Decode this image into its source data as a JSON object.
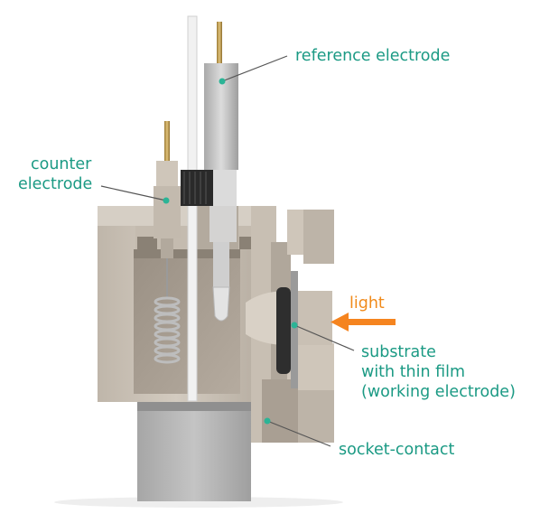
{
  "labels": {
    "reference_electrode": "reference electrode",
    "counter_electrode_line1": "counter",
    "counter_electrode_line2": "electrode",
    "light": "light",
    "substrate_line1": "substrate",
    "substrate_line2": "with thin film",
    "substrate_line3": "(working electrode)",
    "socket_contact": "socket-contact"
  },
  "colors": {
    "label_text": "#1b9a84",
    "light_text": "#f08a1a",
    "light_arrow": "#f5841f",
    "leader_line": "#555555",
    "marker_dot": "#2bb496",
    "cell_body": "#cdc4b8",
    "cell_shadow": "#a89f93",
    "base_block": "#b7b7b7",
    "electrode_rod": "#c9c9c9",
    "brass_pin": "#c9a557"
  }
}
